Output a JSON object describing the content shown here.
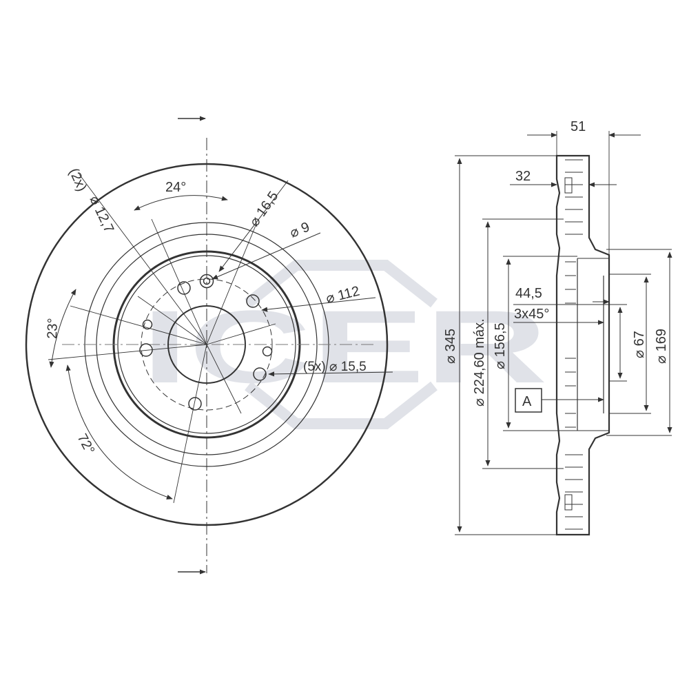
{
  "watermark": {
    "text": "ICER",
    "color": "#c7ccd6"
  },
  "colors": {
    "line": "#333333",
    "background": "#ffffff"
  },
  "front_view": {
    "angle_bolt_pitch": "24°",
    "angle_left": "23°",
    "angle_bottom": "72°",
    "pin_count": "(2x)",
    "pin_hole_dia": "⌀ 12,7",
    "stud_dia": "⌀ 16,5",
    "small_hole_dia": "⌀ 9",
    "pcd": "⌀ 112",
    "bolt_holes": "(5x) ⌀ 15,5"
  },
  "side_view": {
    "total_thickness": "51",
    "min_thickness": "32",
    "hub_height": "44,5",
    "chamfer": "3x45°",
    "outer_dia": "⌀ 345",
    "inner_dia_max": "⌀ 224,60 máx.",
    "hat_dia": "⌀ 156,5",
    "center_bore": "⌀ 67",
    "hub_dia": "⌀ 169",
    "datum": "A"
  }
}
